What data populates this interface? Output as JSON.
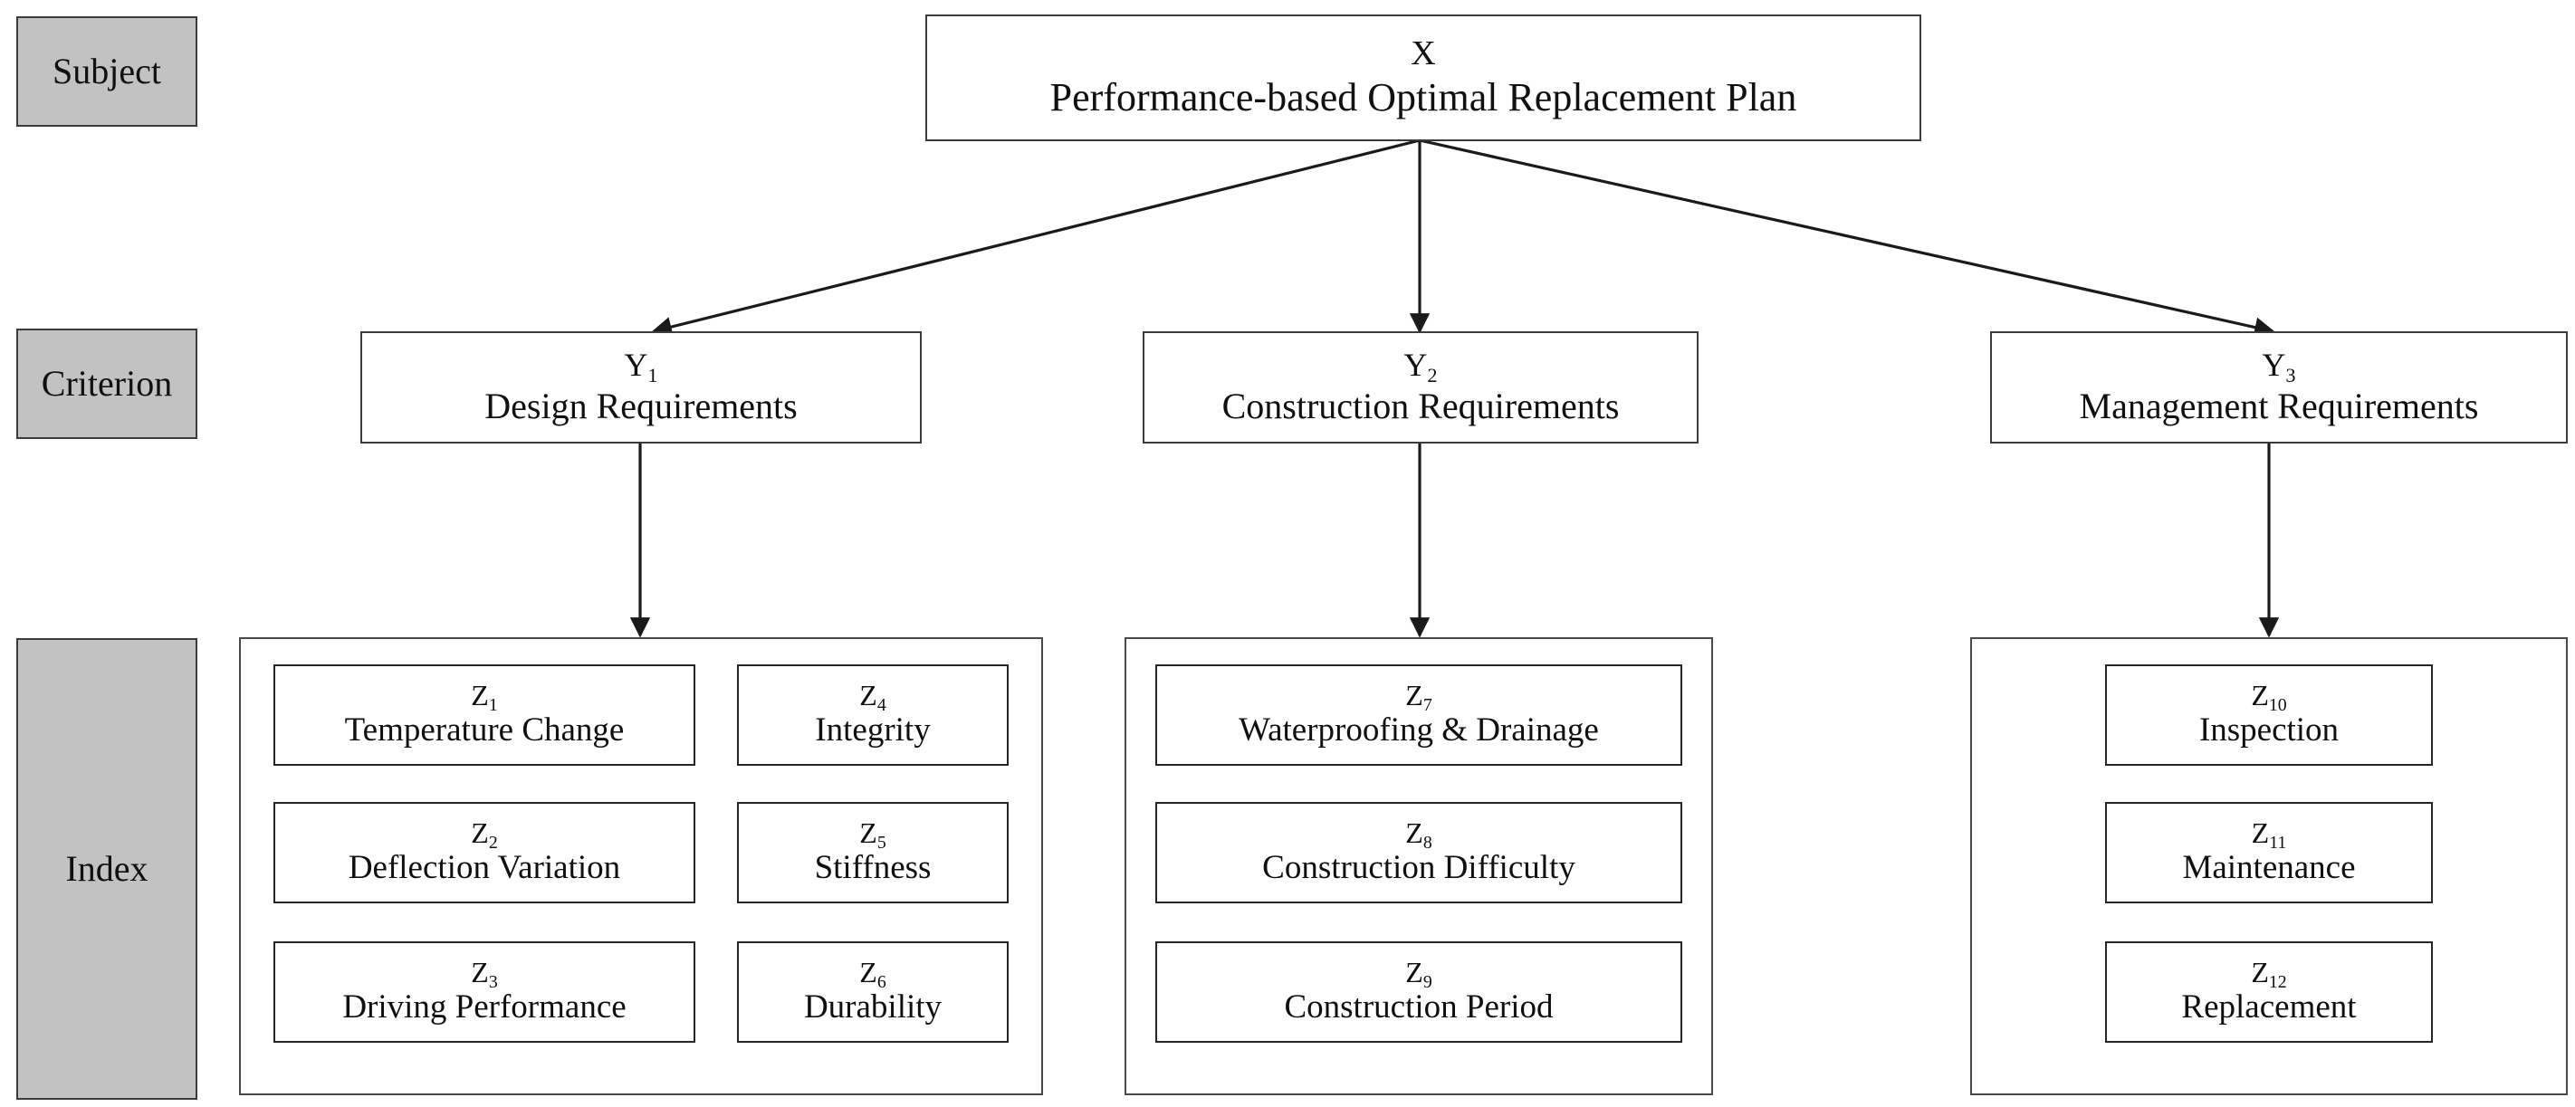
{
  "diagram": {
    "title": "Performance-based Optimal Replacement Plan hierarchy",
    "rows": [
      {
        "key": "subject",
        "label": "Subject"
      },
      {
        "key": "criterion",
        "label": "Criterion"
      },
      {
        "key": "index",
        "label": "Index"
      }
    ],
    "subject": {
      "code": "X",
      "code_base": "X",
      "code_sub": "",
      "title": "Performance-based Optimal Replacement Plan"
    },
    "criteria": [
      {
        "code": "Y1",
        "code_base": "Y",
        "code_sub": "1",
        "title": "Design Requirements"
      },
      {
        "code": "Y2",
        "code_base": "Y",
        "code_sub": "2",
        "title": "Construction Requirements"
      },
      {
        "code": "Y3",
        "code_base": "Y",
        "code_sub": "3",
        "title": "Management Requirements"
      }
    ],
    "index_groups": [
      {
        "parent": "Y1",
        "columns": 2,
        "items": [
          {
            "code": "Z1",
            "code_base": "Z",
            "code_sub": "1",
            "title": "Temperature Change"
          },
          {
            "code": "Z4",
            "code_base": "Z",
            "code_sub": "4",
            "title": "Integrity"
          },
          {
            "code": "Z2",
            "code_base": "Z",
            "code_sub": "2",
            "title": "Deflection Variation"
          },
          {
            "code": "Z5",
            "code_base": "Z",
            "code_sub": "5",
            "title": "Stiffness"
          },
          {
            "code": "Z3",
            "code_base": "Z",
            "code_sub": "3",
            "title": "Driving Performance"
          },
          {
            "code": "Z6",
            "code_base": "Z",
            "code_sub": "6",
            "title": "Durability"
          }
        ]
      },
      {
        "parent": "Y2",
        "columns": 1,
        "items": [
          {
            "code": "Z7",
            "code_base": "Z",
            "code_sub": "7",
            "title": "Waterproofing & Drainage"
          },
          {
            "code": "Z8",
            "code_base": "Z",
            "code_sub": "8",
            "title": "Construction Difficulty"
          },
          {
            "code": "Z9",
            "code_base": "Z",
            "code_sub": "9",
            "title": "Construction Period"
          }
        ]
      },
      {
        "parent": "Y3",
        "columns": 1,
        "items": [
          {
            "code": "Z10",
            "code_base": "Z",
            "code_sub": "10",
            "title": "Inspection"
          },
          {
            "code": "Z11",
            "code_base": "Z",
            "code_sub": "11",
            "title": "Maintenance"
          },
          {
            "code": "Z12",
            "code_base": "Z",
            "code_sub": "12",
            "title": "Replacement"
          }
        ]
      }
    ],
    "colors": {
      "row_label_fill": "#c2c2c2",
      "border": "#3b3b3b",
      "node_fill": "#ffffff",
      "connector": "#1a1a1a",
      "text": "#101010"
    }
  }
}
